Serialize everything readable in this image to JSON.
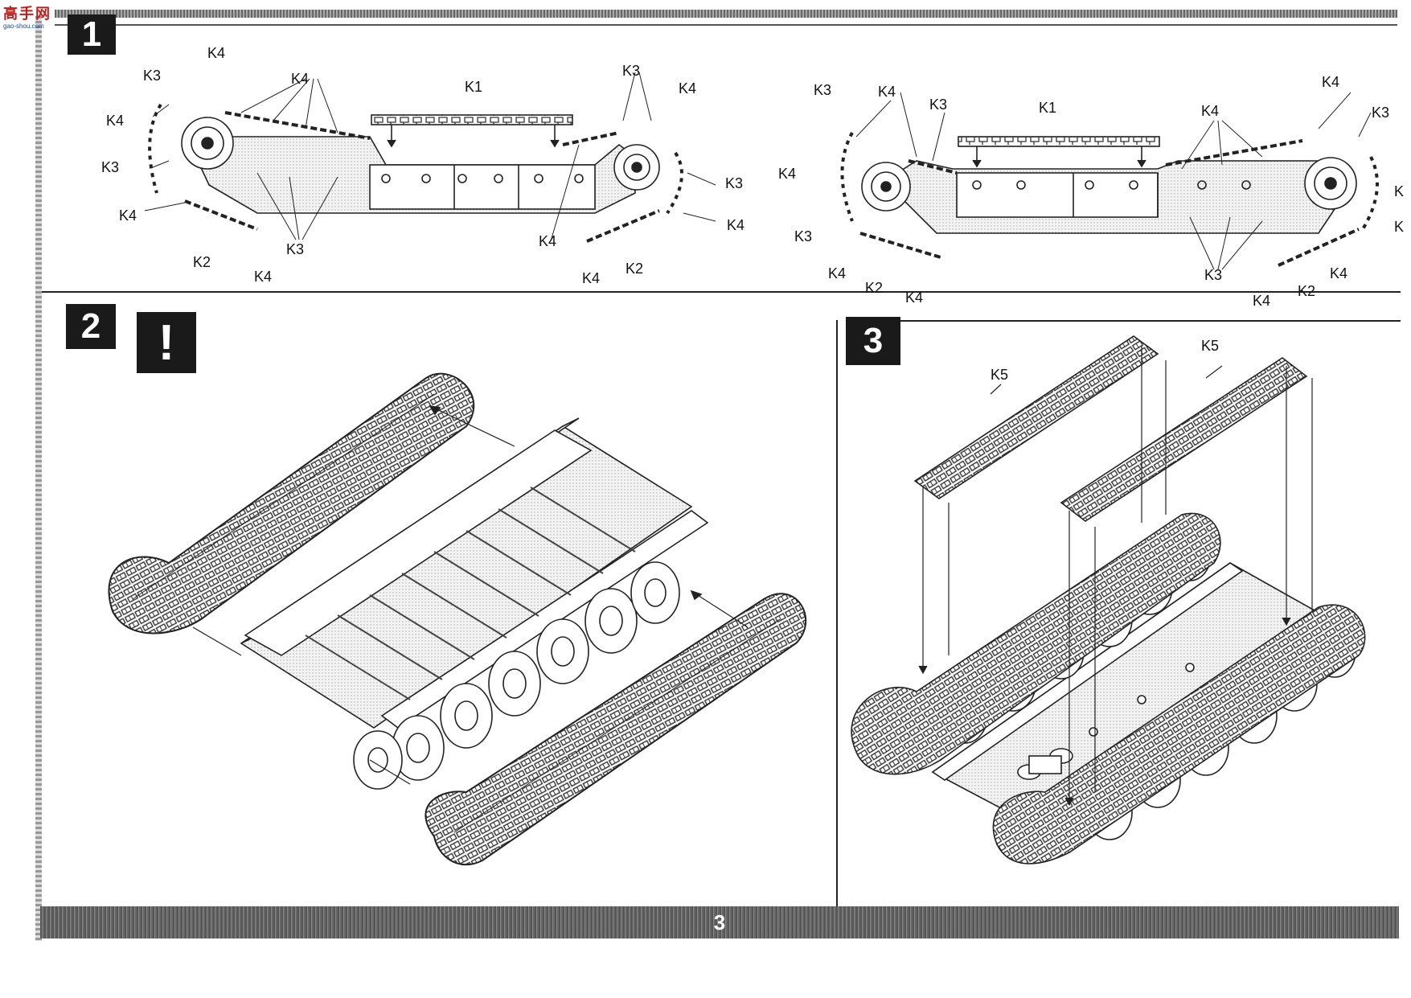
{
  "logo": {
    "text": "高手网",
    "sub": "gao-shou.com"
  },
  "steps": {
    "one": "1",
    "two": "2",
    "three": "3"
  },
  "warning": "!",
  "page_number": "3",
  "labels": {
    "s1a_k4_top": "K4",
    "s1a_k3_tl": "K3",
    "s1a_k4_mid": "K4",
    "s1a_k4_l": "K4",
    "s1a_k1": "K1",
    "s1a_k3_tr": "K3",
    "s1a_k4_tr": "K4",
    "s1a_k3_l": "K3",
    "s1a_k4_bl": "K4",
    "s1a_k3_bm": "K3",
    "s1a_k2_l": "K2",
    "s1a_k4_b": "K4",
    "s1a_k3_r": "K3",
    "s1a_k4_r": "K4",
    "s1a_k4_bm": "K4",
    "s1a_k4_br": "K4",
    "s1a_k2_r": "K2",
    "s1b_k3_tl": "K3",
    "s1b_k4_t": "K4",
    "s1b_k3_t": "K3",
    "s1b_k1": "K1",
    "s1b_k4_tr": "K4",
    "s1b_k4_mid": "K4",
    "s1b_k3_tr": "K3",
    "s1b_k4_l": "K4",
    "s1b_k3_l": "K3",
    "s1b_k4_bl": "K4",
    "s1b_k2_l": "K2",
    "s1b_k4_b": "K4",
    "s1b_k3_bm": "K3",
    "s1b_k4_br": "K4",
    "s1b_k2_r": "K2",
    "s1b_k4_rr": "K4",
    "s1b_k_edge1": "K",
    "s1b_k_edge2": "K",
    "s3_k5_l": "K5",
    "s3_k5_r": "K5"
  }
}
